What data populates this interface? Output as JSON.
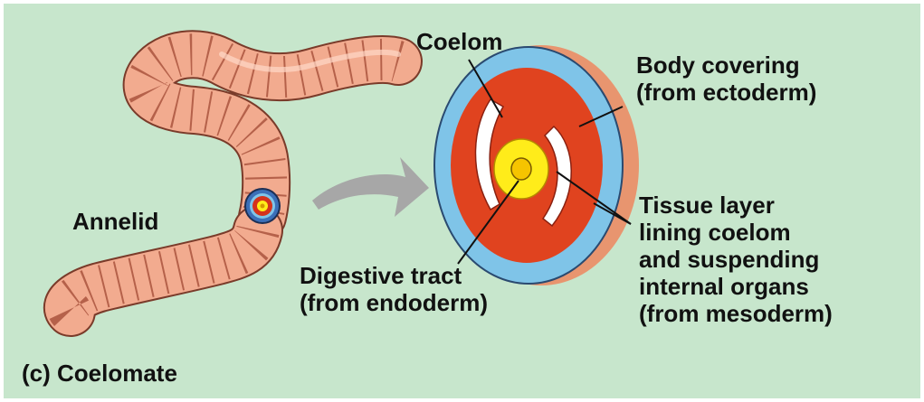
{
  "colors": {
    "background": "#c7e6cc",
    "worm": "#f2ab8f",
    "worm_outline": "#7a3b2a",
    "body_covering": "#7fc4e8",
    "mesoderm": "#e0431f",
    "coelom": "#ffffff",
    "digestive": "#ffec1a",
    "arrow": "#a7a7a7",
    "text": "#111111"
  },
  "diagram": {
    "annelid_label": "Annelid",
    "coelom_label": "Coelom",
    "body_covering_label": "Body covering\n(from ectoderm)",
    "tissue_layer_label": "Tissue layer\nlining coelom\nand suspending\ninternal organs\n(from mesoderm)",
    "digestive_tract_label": "Digestive tract\n(from endoderm)",
    "caption": "(c) Coelomate"
  }
}
